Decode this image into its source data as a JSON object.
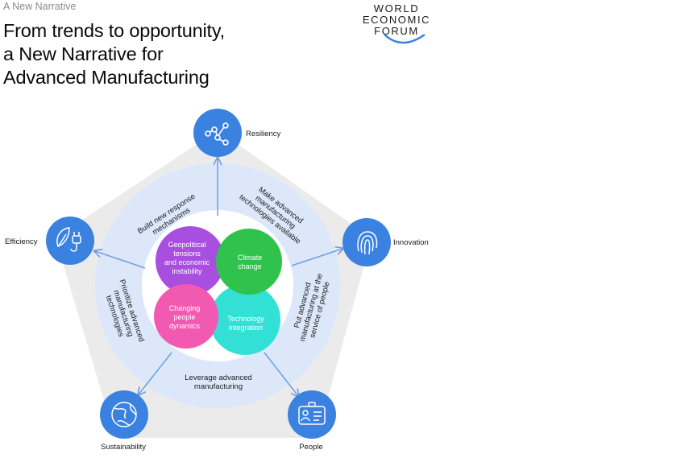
{
  "header": {
    "kicker": "A New Narrative",
    "title_lines": [
      "From trends to opportunity,",
      "a New Narrative for",
      "Advanced Manufacturing"
    ]
  },
  "logo": {
    "lines": [
      "WORLD",
      "ECONOMIC",
      "FORUM"
    ]
  },
  "outcomes": {
    "resiliency": "Resiliency",
    "innovation": "Innovation",
    "people": "People",
    "sustainability": "Sustainability",
    "efficiency": "Efficiency"
  },
  "actions": {
    "build": [
      "Build new response",
      "mechanisms"
    ],
    "make": [
      "Make advanced",
      "manufacturing",
      "technologies available"
    ],
    "put": [
      "Put advanced",
      "manufacturing at the",
      "service of people"
    ],
    "leverage": [
      "Leverage advanced",
      "manufacturing"
    ],
    "prioritize": [
      "Prioritize advanced",
      "manufacturing",
      "technologies"
    ]
  },
  "trends": {
    "geopolitical": [
      "Geopolitical",
      "tensions",
      "and economic",
      "instability"
    ],
    "climate": [
      "Climate",
      "change"
    ],
    "people": [
      "Changing",
      "people",
      "dynamics"
    ],
    "technology": [
      "Technology",
      "integration"
    ]
  },
  "icons": {
    "resiliency": "network-nodes-icon",
    "innovation": "fingerprint-icon",
    "people": "id-badge-icon",
    "sustainability": "globe-leaf-icon",
    "efficiency": "leaf-plug-icon"
  },
  "colors": {
    "outcome_circle": "#3b82e0",
    "ring": "#dce8fa",
    "pentagon": "#ebebeb",
    "geopolitical": "#a84fe0",
    "climate": "#2fc24c",
    "people": "#f25ab1",
    "technology": "#33e0d6",
    "arrow": "#6f9ee6"
  }
}
